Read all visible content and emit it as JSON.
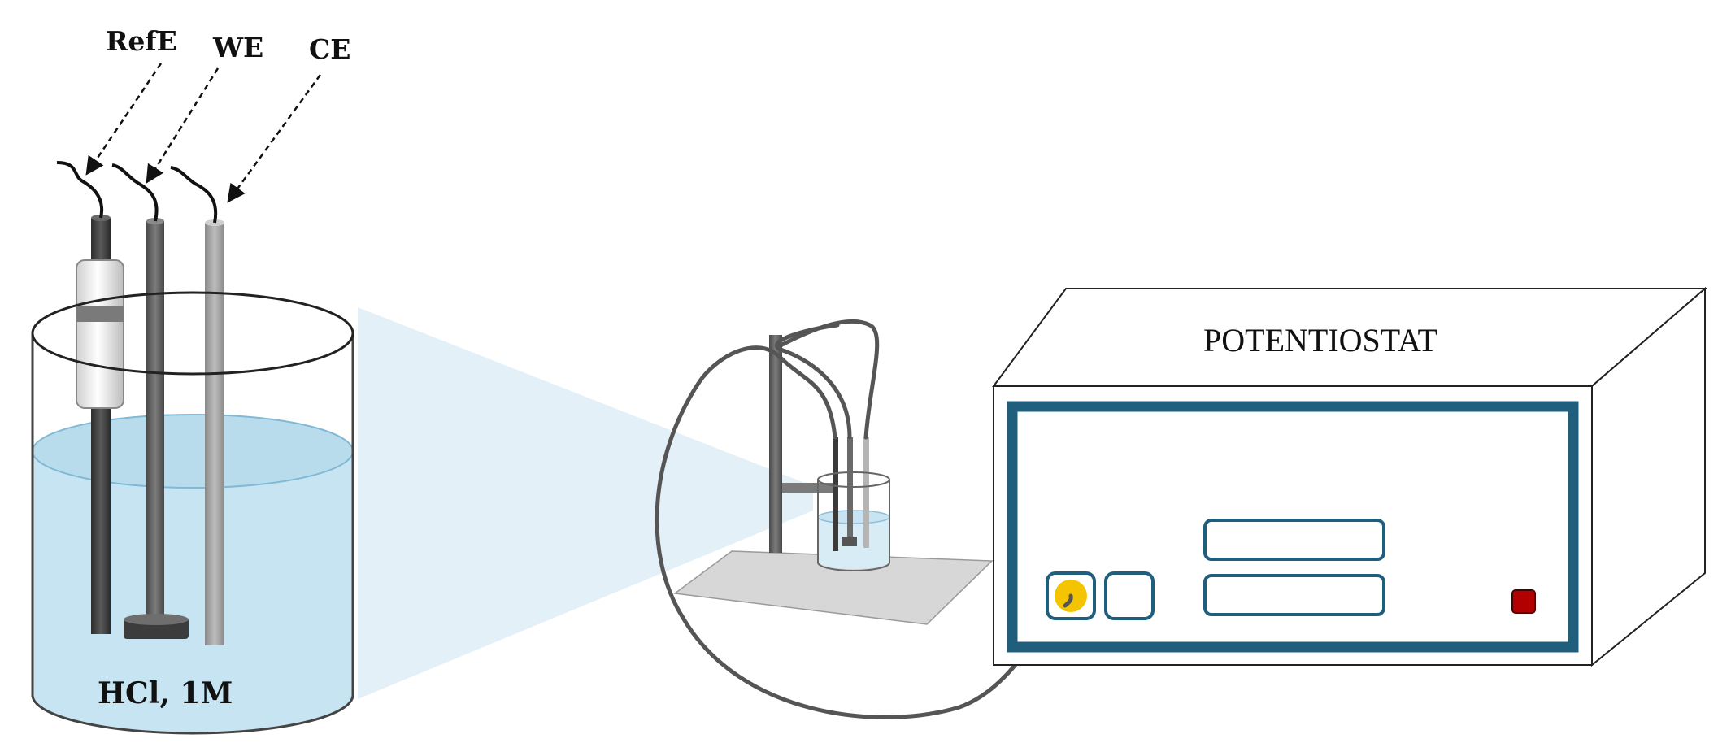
{
  "labels": {
    "ref_electrode": "RefE",
    "working_electrode": "WE",
    "counter_electrode": "CE",
    "solution": "HCl, 1M",
    "device": "POTENTIOSTAT"
  },
  "colors": {
    "liquid": "#c6e4f1",
    "liquid_edge": "#7fb9d6",
    "highlight_cone": "#e4f0f8",
    "device_panel_border": "#1f5f7d",
    "indicator_yellow": "#f5c400",
    "indicator_red": "#b20000",
    "cable": "#555555"
  },
  "icons": [
    "beaker-icon",
    "electrode-icon",
    "lab-stand-icon",
    "potentiostat-icon"
  ]
}
